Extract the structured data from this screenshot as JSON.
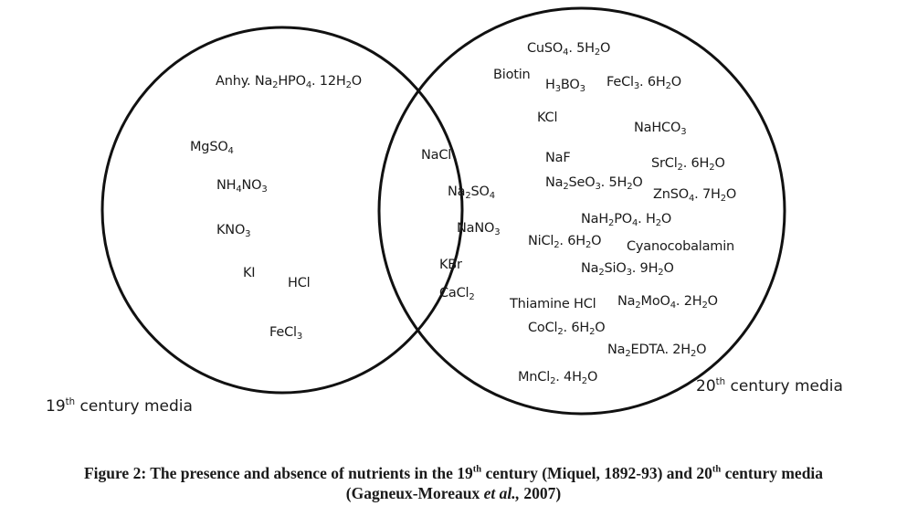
{
  "left_set": {
    "label_pre": "19",
    "label_sup": "th",
    "label_post": " century media"
  },
  "right_set": {
    "label_pre": "20",
    "label_sup": "th",
    "label_post": " century media"
  },
  "left_only": {
    "anhy": [
      "Anhy. Na",
      "2",
      "HPO",
      "4",
      ". 12H",
      "2",
      "O"
    ],
    "mgso4": [
      "MgSO",
      "4"
    ],
    "nh4no3": [
      "NH",
      "4",
      "NO",
      "3"
    ],
    "kno3": [
      "KNO",
      "3"
    ],
    "ki": [
      "KI"
    ],
    "hcl": [
      "HCl"
    ],
    "fecl3": [
      "FeCl",
      "3"
    ]
  },
  "overlap": {
    "nacl": [
      "NaCl"
    ],
    "na2so4": [
      "Na",
      "2",
      "SO",
      "4"
    ],
    "nano3": [
      "NaNO",
      "3"
    ],
    "kbr": [
      "KBr"
    ],
    "cacl2": [
      "CaCl",
      "2"
    ]
  },
  "right_only": {
    "cuso4": [
      "CuSO",
      "4",
      ". 5H",
      "2",
      "O"
    ],
    "biotin": [
      "Biotin"
    ],
    "h3bo3": [
      "H",
      "3",
      "BO",
      "3"
    ],
    "fecl3": [
      "FeCl",
      "3",
      ". 6H",
      "2",
      "O"
    ],
    "kcl": [
      "KCl"
    ],
    "nahco3": [
      "NaHCO",
      "3"
    ],
    "naf": [
      "NaF"
    ],
    "srcl2": [
      "SrCl",
      "2",
      ". 6H",
      "2",
      "O"
    ],
    "na2seo3": [
      "Na",
      "2",
      "SeO",
      "3",
      ". 5H",
      "2",
      "O"
    ],
    "znso4": [
      "ZnSO",
      "4",
      ". 7H",
      "2",
      "O"
    ],
    "nah2po4": [
      "NaH",
      "2",
      "PO",
      "4",
      ". H",
      "2",
      "O"
    ],
    "nicl2": [
      "NiCl",
      "2",
      ". 6H",
      "2",
      "O"
    ],
    "cyano": [
      "Cyanocobalamin"
    ],
    "na2sio3": [
      "Na",
      "2",
      "SiO",
      "3",
      ". 9H",
      "2",
      "O"
    ],
    "thiamine": [
      "Thiamine HCl"
    ],
    "na2moo4": [
      "Na",
      "2",
      "MoO",
      "4",
      ". 2H",
      "2",
      "O"
    ],
    "cocl2": [
      "CoCl",
      "2",
      ". 6H",
      "2",
      "O"
    ],
    "na2edta": [
      "Na",
      "2",
      "EDTA. 2H",
      "2",
      "O"
    ],
    "mncl2": [
      "MnCl",
      "2",
      ". 4H",
      "2",
      "O"
    ]
  },
  "caption": {
    "line1_a": "Figure 2: The presence and absence of nutrients in the 19",
    "line1_sup1": "th",
    "line1_b": " century (Miquel, 1892-93) and 20",
    "line1_sup2": "th",
    "line1_c": " century media",
    "line2_a": "(Gagneux-Moreaux ",
    "line2_italic": "et al.,",
    "line2_b": " 2007)"
  }
}
